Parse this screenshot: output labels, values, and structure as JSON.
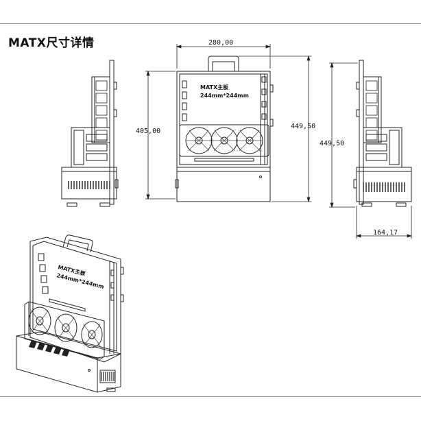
{
  "title": "MATX尺寸详情",
  "dimensions": {
    "width": "280,00",
    "height_inner": "405,00",
    "height_front": "449,50",
    "height_side": "449,50",
    "depth": "164,17"
  },
  "board_label": {
    "front_line1": "MATX主板",
    "front_line2": "244mm*244mm",
    "iso_line1": "MATX主板",
    "iso_line2": "244mm*244mm"
  }
}
